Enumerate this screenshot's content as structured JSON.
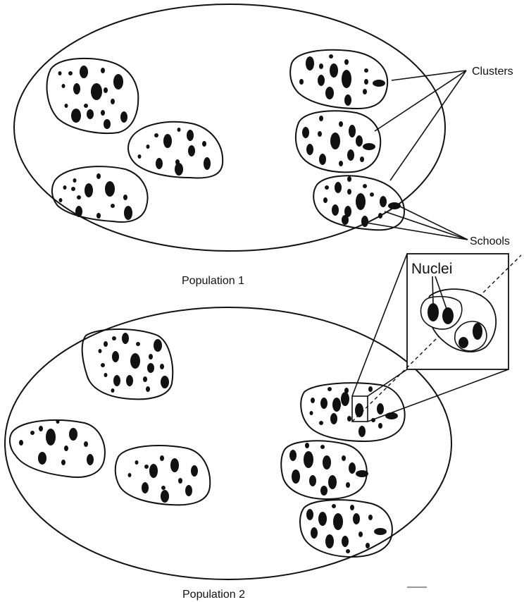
{
  "labels": {
    "clusters": "Clusters",
    "schools": "Schools",
    "nuclei": "Nuclei",
    "population_1": "Population 1",
    "population_2": "Population 2"
  },
  "colors": {
    "ink": "#111111",
    "background": "#ffffff"
  }
}
